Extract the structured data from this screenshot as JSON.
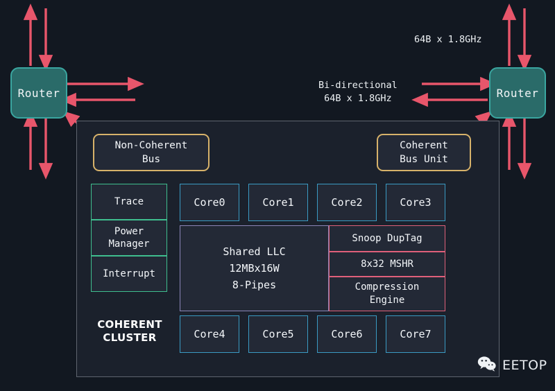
{
  "colors": {
    "background": "#121821",
    "panel_fill": "#1b212c",
    "panel_border": "#5f6570",
    "router_fill": "#2a6b69",
    "router_border": "#3aa6a0",
    "arrow_red": "#e8566b",
    "bus_gold": "#d7b26a",
    "util_green": "#3fbf8f",
    "core_cyan": "#3a9bc4",
    "llc_purple": "#8b85b8",
    "mem_pink": "#e0607a",
    "text": "#f4f7fa"
  },
  "routers": {
    "left": {
      "label": "Router"
    },
    "right": {
      "label": "Router"
    }
  },
  "labels": {
    "top_right_bandwidth": "64B x 1.8GHz",
    "bidirectional": "Bi-directional\n64B x 1.8GHz"
  },
  "chip": {
    "buses": [
      {
        "id": "non-coherent-bus",
        "label": "Non-Coherent\nBus"
      },
      {
        "id": "coherent-bus-unit",
        "label": "Coherent\nBus Unit"
      }
    ],
    "utilities": [
      {
        "id": "trace",
        "label": "Trace"
      },
      {
        "id": "power-manager",
        "label": "Power\nManager"
      },
      {
        "id": "interrupt",
        "label": "Interrupt"
      }
    ],
    "cores_top": [
      {
        "id": "core0",
        "label": "Core0"
      },
      {
        "id": "core1",
        "label": "Core1"
      },
      {
        "id": "core2",
        "label": "Core2"
      },
      {
        "id": "core3",
        "label": "Core3"
      }
    ],
    "cores_bottom": [
      {
        "id": "core4",
        "label": "Core4"
      },
      {
        "id": "core5",
        "label": "Core5"
      },
      {
        "id": "core6",
        "label": "Core6"
      },
      {
        "id": "core7",
        "label": "Core7"
      }
    ],
    "shared_llc": {
      "label": "Shared LLC\n12MBx16W\n8-Pipes"
    },
    "memory_side": [
      {
        "id": "snoop-duptag",
        "label": "Snoop DupTag"
      },
      {
        "id": "mshr",
        "label": "8x32 MSHR"
      },
      {
        "id": "compression-engine",
        "label": "Compression\nEngine"
      }
    ],
    "cluster_label": "COHERENT\nCLUSTER"
  },
  "watermark": {
    "icon": "wechat-icon",
    "text": "EETOP"
  }
}
